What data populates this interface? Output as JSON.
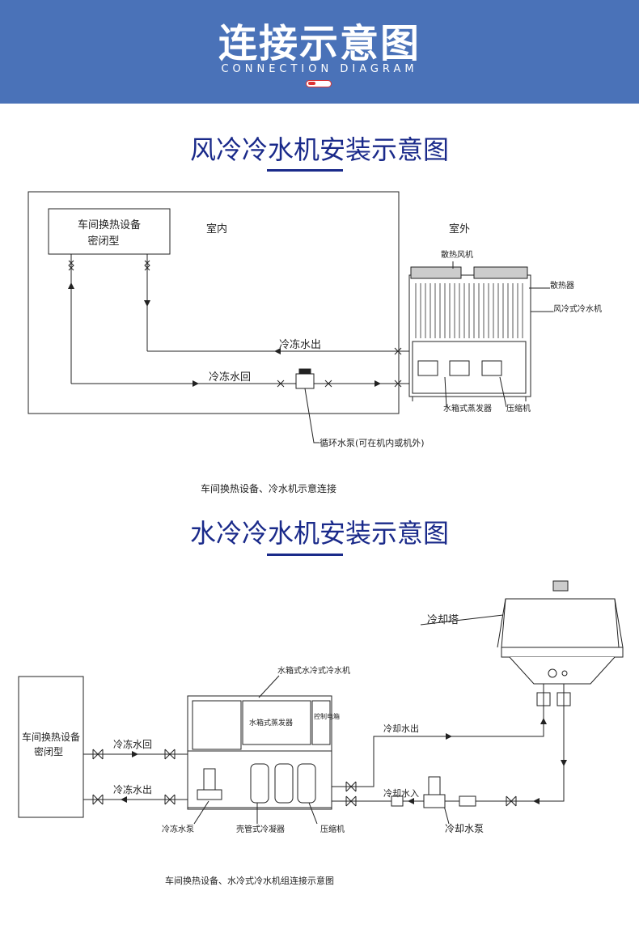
{
  "header": {
    "title": "连接示意图",
    "subtitle": "CONNECTION DIAGRAM"
  },
  "air_cooled": {
    "title": "风冷冷水机安装示意图",
    "equipment_line1": "车间换热设备",
    "equipment_line2": "密闭型",
    "indoor": "室内",
    "outdoor": "室外",
    "fan": "散热风机",
    "radiator": "散热器",
    "chiller": "风冷式冷水机",
    "chilled_out": "冷冻水出",
    "chilled_return": "冷冻水回",
    "evaporator": "水箱式蒸发器",
    "compressor": "压缩机",
    "pump": "循环水泵(可在机内或机外)",
    "caption": "车间换热设备、冷水机示意连接"
  },
  "water_cooled": {
    "title": "水冷冷水机安装示意图",
    "cooling_tower": "冷却塔",
    "chiller": "水箱式水冷式冷水机",
    "equipment_line1": "车间换热设备",
    "equipment_line2": "密闭型",
    "chilled_return": "冷冻水回",
    "chilled_out": "冷冻水出",
    "evaporator": "水箱式蒸发器",
    "control_box": "控制电箱",
    "cooling_out": "冷却水出",
    "cooling_in": "冷却水入",
    "chilled_pump": "冷冻水泵",
    "condenser": "壳管式冷凝器",
    "compressor": "压缩机",
    "cooling_pump": "冷却水泵",
    "caption": "车间换热设备、水冷式冷水机组连接示意图"
  }
}
